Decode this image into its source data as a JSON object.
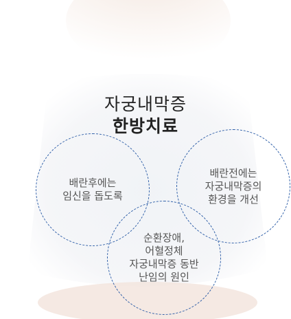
{
  "title": {
    "line1": "자궁내막증",
    "line2": "한방치료"
  },
  "circles": [
    {
      "lines": [
        "배란후에는",
        "임신을 돕도록"
      ]
    },
    {
      "lines": [
        "배란전에는",
        "자궁내막증의",
        "환경을 개선"
      ]
    },
    {
      "lines": [
        "순환장애,",
        "어혈정체",
        "자궁내막증 동반",
        "난임의 원인"
      ]
    }
  ]
}
